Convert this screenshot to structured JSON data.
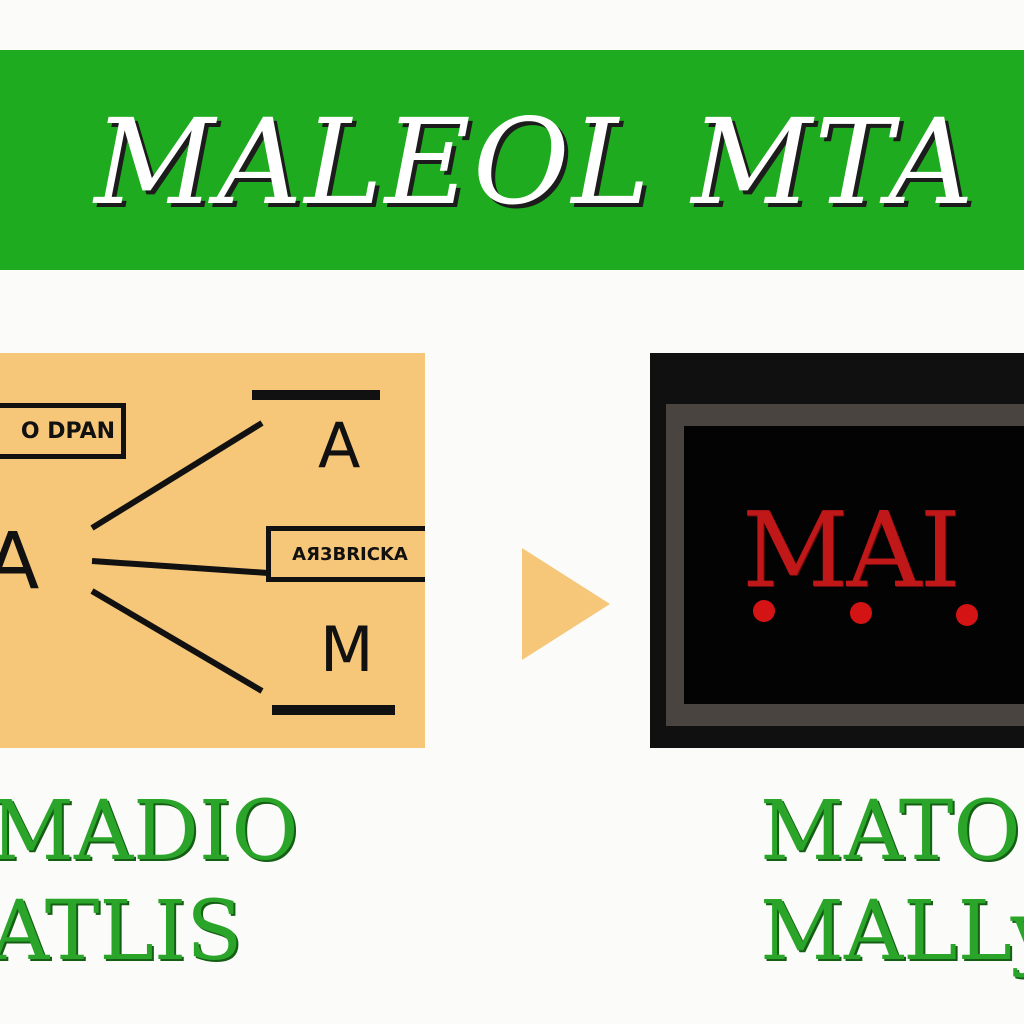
{
  "header": {
    "title": "MALEOL MTA"
  },
  "diagram": {
    "top_box_label": "O DPAN",
    "mid_box_label": "AЯ3BRICKA",
    "letters": {
      "left": "A",
      "top_right": "A",
      "bottom_right": "M"
    }
  },
  "monitor": {
    "logo_text": "MAI"
  },
  "captions": {
    "left_line1": "MADIO",
    "left_line2": "ATLIS",
    "right_line1": "MATO",
    "right_line2": "MALLy"
  },
  "colors": {
    "banner_green": "#1fab1f",
    "panel_orange": "#f6c679",
    "logo_red": "#c01818",
    "caption_green": "#2aa52a"
  }
}
